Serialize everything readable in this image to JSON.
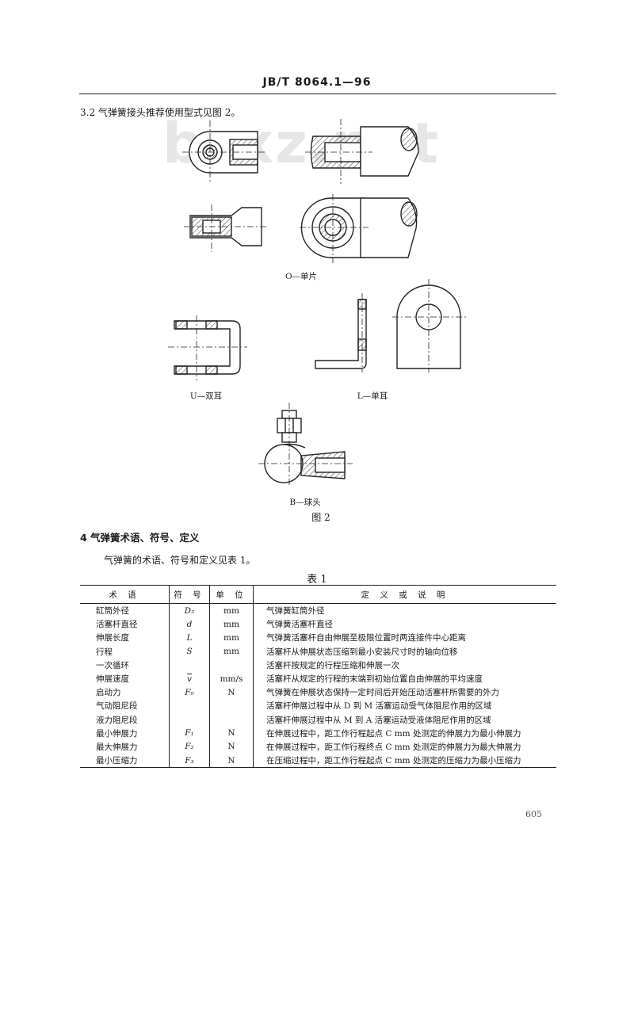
{
  "header": {
    "doc_code": "JB/T 8064.1—96"
  },
  "watermark": "bzxz.net",
  "section_3_2": {
    "text": "3.2  气弹簧接头推荐使用型式见图 2。"
  },
  "figure": {
    "captions": {
      "o": "O—单片",
      "u": "U—双耳",
      "l": "L—单耳",
      "b": "B—球头"
    },
    "label": "图 2"
  },
  "section_4": {
    "heading": "4  气弹簧术语、符号、定义",
    "paragraph": "气弹簧的术语、符号和定义见表 1。"
  },
  "table": {
    "title": "表 1",
    "headers": [
      "术 语",
      "符 号",
      "单 位",
      "定 义 或 说 明"
    ],
    "rows": [
      [
        "缸筒外径",
        "D₂",
        "mm",
        "气弹簧缸筒外径"
      ],
      [
        "活塞杆直径",
        "d",
        "mm",
        "气弹簧活塞杆直径"
      ],
      [
        "伸展长度",
        "L",
        "mm",
        "气弹簧活塞杆自由伸展至极限位置时两连接件中心距离"
      ],
      [
        "行程",
        "S",
        "mm",
        "活塞杆从伸展状态压缩到最小安装尺寸时的轴向位移"
      ],
      [
        "一次循环",
        "",
        "",
        "活塞杆按规定的行程压缩和伸展一次"
      ],
      [
        "伸展速度",
        "v",
        "mm/s",
        "活塞杆从规定的行程的末端到初始位置自由伸展的平均速度"
      ],
      [
        "启动力",
        "F₀",
        "N",
        "气弹簧在伸展状态保持一定时间后开始压动活塞杆所需要的外力"
      ],
      [
        "气动阻尼段",
        "",
        "",
        "活塞杆伸展过程中从 D 到 M 活塞运动受气体阻尼作用的区域"
      ],
      [
        "液力阻尼段",
        "",
        "",
        "活塞杆伸展过程中从 M 到 A 活塞运动受液体阻尼作用的区域"
      ],
      [
        "最小伸展力",
        "F₁",
        "N",
        "在伸展过程中，距工作行程起点 C mm 处测定的伸展力为最小伸展力"
      ],
      [
        "最大伸展力",
        "F₂",
        "N",
        "在伸展过程中，距工作行程终点 C mm 处测定的伸展力为最大伸展力"
      ],
      [
        "最小压缩力",
        "F₃",
        "N",
        "在压缩过程中，距工作行程起点 C mm 处测定的压缩力为最小压缩力"
      ]
    ]
  },
  "page_number": "605"
}
